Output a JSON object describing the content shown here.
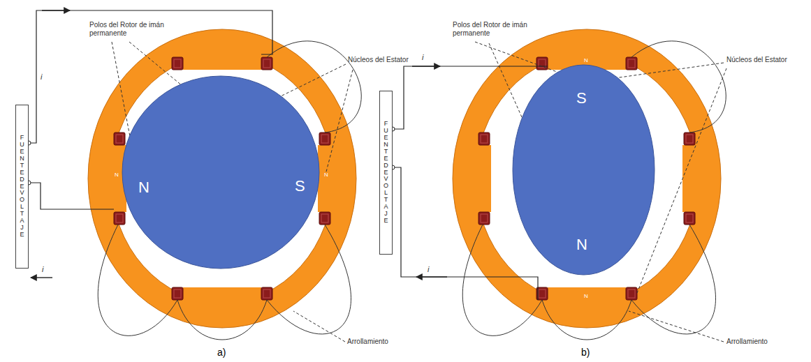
{
  "diagram": {
    "nodes": [
      {
        "text": [
          "FUENTE DE VOLTAJE"
        ]
      },
      {
        "text": [
          "N",
          "S"
        ]
      },
      {
        "text": [
          "FUENTE DE VOLTAJE"
        ]
      },
      {
        "text": [
          "S",
          "N"
        ]
      }
    ],
    "labels": [
      "Polos del Rotor de imán permanente",
      "Núcleos del Estator",
      "Arrollamiento",
      "i",
      "i",
      "N",
      "N",
      "a)",
      "Polos del Rotor de imán permanente",
      "Núcleos del Estator",
      "Arrollamiento",
      "i",
      "i",
      "N",
      "N",
      "b)"
    ]
  }
}
